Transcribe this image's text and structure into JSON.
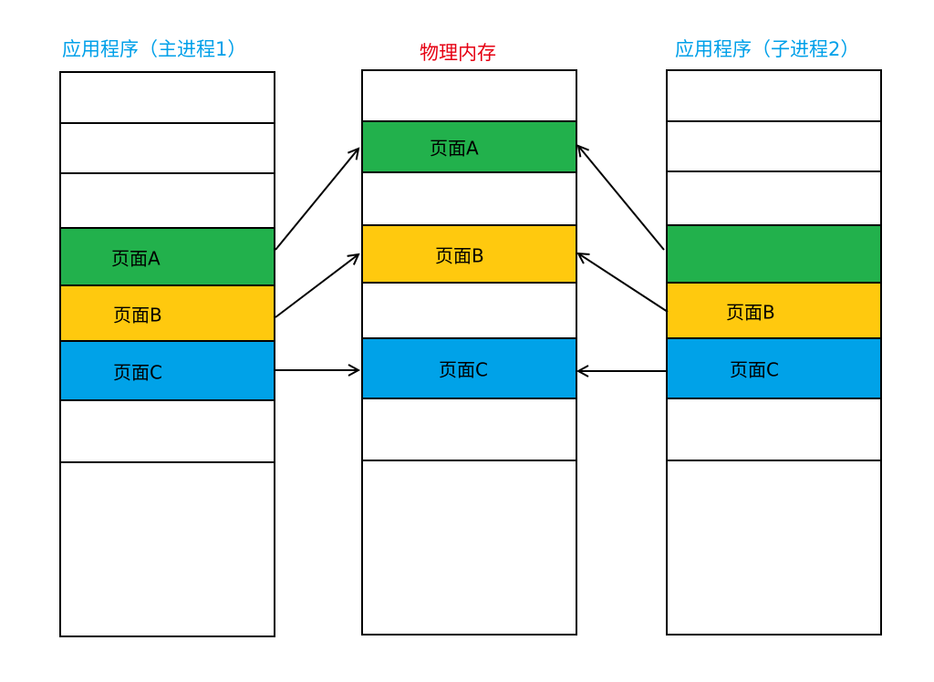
{
  "titles": {
    "left": "应用程序（主进程1）",
    "middle": "物理内存",
    "right": "应用程序（子进程2）"
  },
  "colors": {
    "title_blue": "#00a0e9",
    "title_red": "#e60012",
    "green": "#22b14c",
    "yellow": "#ffc90e",
    "blue": "#00a2e8"
  },
  "left": {
    "page_a": "页面A",
    "page_b": "页面B",
    "page_c": "页面C"
  },
  "middle": {
    "page_a": "页面A",
    "page_b": "页面B",
    "page_c": "页面C"
  },
  "right": {
    "page_b": "页面B",
    "page_c": "页面C"
  }
}
